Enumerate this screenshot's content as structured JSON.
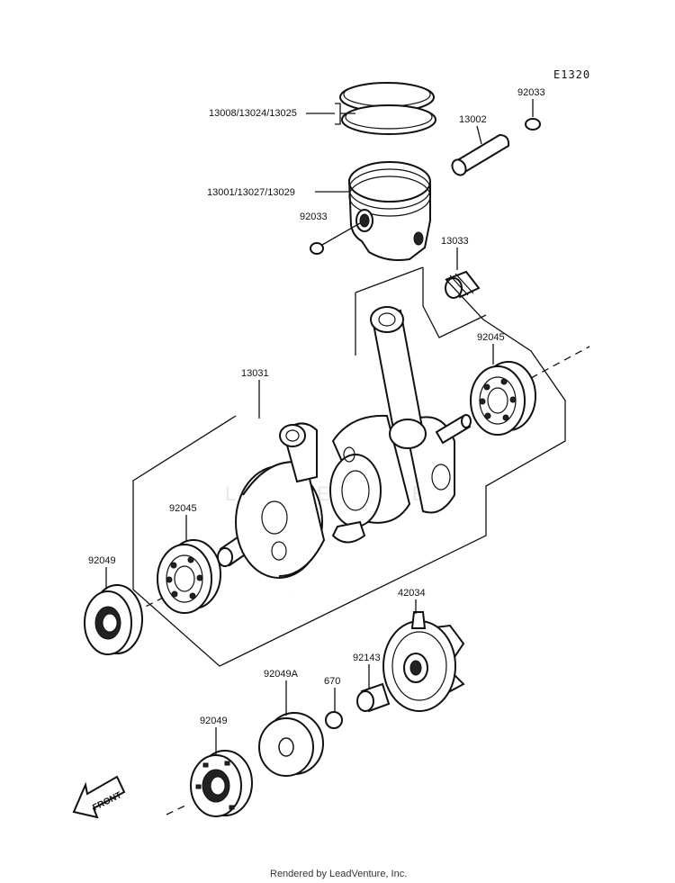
{
  "diagram": {
    "code": "E1320",
    "footer": "Rendered by LeadVenture, Inc.",
    "watermark": "LEADVENTURE",
    "front_label": "FRONT",
    "labels": {
      "rings": "13008/13024/13025",
      "pin": "13002",
      "clip_top": "92033",
      "piston": "13001/13027/13029",
      "clip_left": "92033",
      "needle_bearing": "13033",
      "crankshaft": "13031",
      "bearing_right": "92045",
      "bearing_left": "92045",
      "seal_left": "92049",
      "impeller": "42034",
      "collar": "92143",
      "washer_small": "670",
      "spacer": "92049A",
      "seal_bottom": "92049"
    }
  }
}
